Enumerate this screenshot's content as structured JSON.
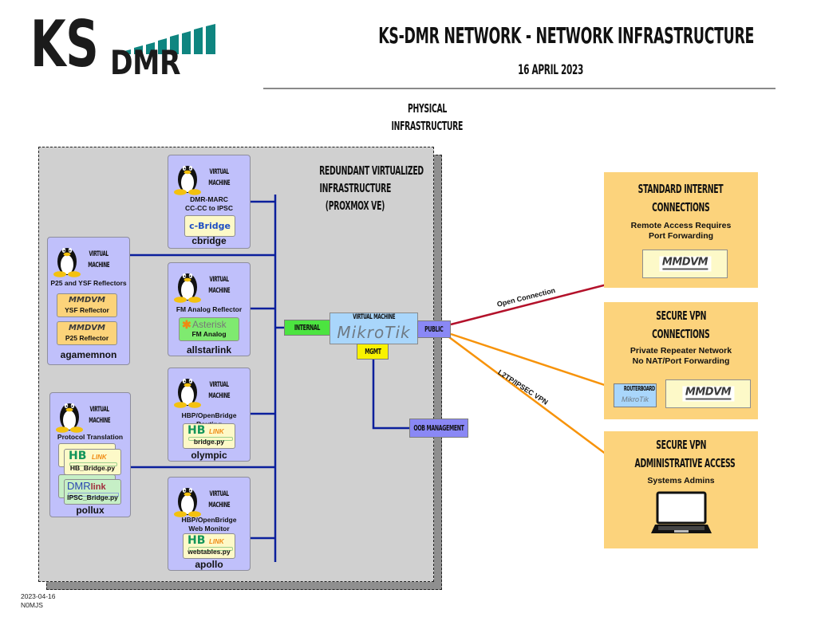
{
  "header": {
    "logo": {
      "top": "KS",
      "bottom": "DMR",
      "accent_color": "#0f8580"
    },
    "title": "KS-DMR NETWORK - NETWORK INFRASTRUCTURE",
    "date": "16 APRIL 2023"
  },
  "physical": {
    "label_line1": "PHYSICAL",
    "label_line2": "INFRASTRUCTURE"
  },
  "virtualized": {
    "label_line1": "REDUNDANT VIRTUALIZED",
    "label_line2": "INFRASTRUCTURE",
    "label_line3": "(PROXMOX VE)"
  },
  "vm_label": {
    "line1": "VIRTUAL",
    "line2": "MACHINE"
  },
  "vms": {
    "cbridge": {
      "desc_line1": "DMR-MARC",
      "desc_line2": "CC-CC to IPSC",
      "badge_logo": "c-Bridge",
      "hostname": "cbridge"
    },
    "agamemnon": {
      "desc": "P25 and YSF Reflectors",
      "badges": [
        {
          "logo": "MMDVM",
          "caption": "YSF Reflector"
        },
        {
          "logo": "MMDVM",
          "caption": "P25 Reflector"
        }
      ],
      "hostname": "agamemnon"
    },
    "allstarlink": {
      "desc": "FM Analog Reflector",
      "badge_logo": "Asterisk",
      "badge_caption": "FM Analog",
      "hostname": "allstarlink"
    },
    "olympic": {
      "desc": "HBP/OpenBridge Routing",
      "badge_logo_main": "HB",
      "badge_logo_sub": "LINK",
      "badge_caption": "bridge.py",
      "hostname": "olympic"
    },
    "pollux": {
      "desc": "Protocol Translation",
      "badges": [
        {
          "logo_main": "HB",
          "logo_sub": "LINK",
          "caption": "HB_Bridge.py"
        },
        {
          "logo_main": "DMR",
          "logo_sub": "link",
          "caption": "IPSC_Bridge.py"
        }
      ],
      "hostname": "pollux"
    },
    "apollo": {
      "desc_line1": "HBP/OpenBridge",
      "desc_line2": "Web Monitor",
      "badge_logo_main": "HB",
      "badge_logo_sub": "LINK",
      "badge_caption": "webtables.py",
      "hostname": "apollo"
    }
  },
  "router": {
    "label": "VIRTUAL MACHINE",
    "brand": "MikroTik",
    "ports": {
      "internal": "INTERNAL",
      "public": "PUBLIC",
      "mgmt": "MGMT",
      "oob": "OOB MANAGEMENT"
    }
  },
  "links": {
    "open": {
      "label": "Open Connection",
      "color": "#b3112a"
    },
    "vpn": {
      "label": "L2TP/IPSEC VPN",
      "color": "#f7930a"
    },
    "internal_color": "#0b1f9c"
  },
  "panels": {
    "standard": {
      "title_line1": "STANDARD INTERNET",
      "title_line2": "CONNECTIONS",
      "sub_line1": "Remote Access Requires",
      "sub_line2": "Port Forwarding",
      "device": "MMDVM"
    },
    "secure_vpn": {
      "title_line1": "SECURE VPN",
      "title_line2": "CONNECTIONS",
      "sub_line1": "Private Repeater Network",
      "sub_line2": "No NAT/Port Forwarding",
      "routerboard_label": "ROUTERBOARD",
      "routerboard_brand": "MikroTik",
      "device": "MMDVM"
    },
    "admin": {
      "title_line1": "SECURE VPN",
      "title_line2": "ADMINISTRATIVE ACCESS",
      "sub_line1": "Systems Admins",
      "device_icon": "laptop-icon"
    }
  },
  "footer": {
    "date": "2023-04-16",
    "author": "N0MJS"
  }
}
